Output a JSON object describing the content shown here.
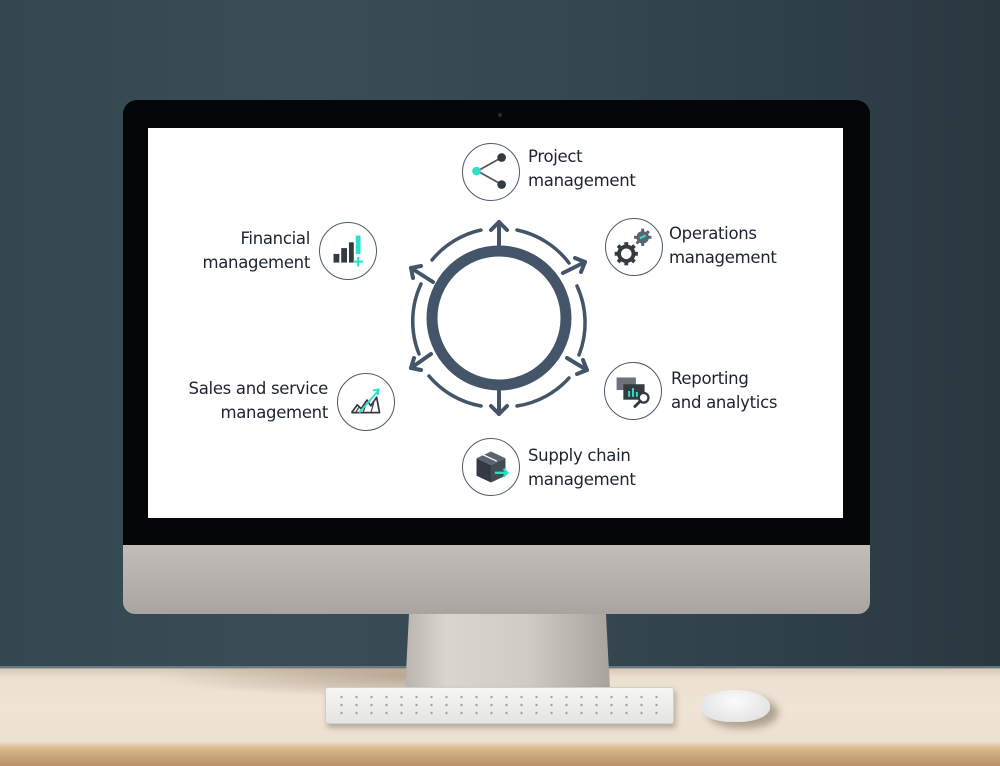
{
  "scene": {
    "description": "Desktop monitor on wooden desk displaying an ERP modules diagram",
    "colors": {
      "wall": "#36494f",
      "desk": "#ece0d0",
      "bezel": "#050607",
      "chin": "#b6b1ad",
      "diagram_primary": "#44556a",
      "accent_teal": "#2ee0c8",
      "icon_dark": "#333a40"
    }
  },
  "diagram": {
    "center": {
      "shape": "ring-with-outward-arrows",
      "arrow_count": 6
    },
    "nodes": [
      {
        "id": "project",
        "icon": "share-network-icon",
        "line1": "Project",
        "line2": "management"
      },
      {
        "id": "operations",
        "icon": "gears-icon",
        "line1": "Operations",
        "line2": "management"
      },
      {
        "id": "reporting",
        "icon": "report-search-icon",
        "line1": "Reporting",
        "line2": "and analytics"
      },
      {
        "id": "supply",
        "icon": "box-arrow-icon",
        "line1": "Supply chain",
        "line2": "management"
      },
      {
        "id": "sales",
        "icon": "trend-chart-icon",
        "line1": "Sales and service",
        "line2": "management"
      },
      {
        "id": "financial",
        "icon": "bar-chart-plus-icon",
        "line1": "Financial",
        "line2": "management"
      }
    ]
  },
  "peripherals": {
    "keyboard": "keyboard",
    "mouse": "mouse"
  }
}
